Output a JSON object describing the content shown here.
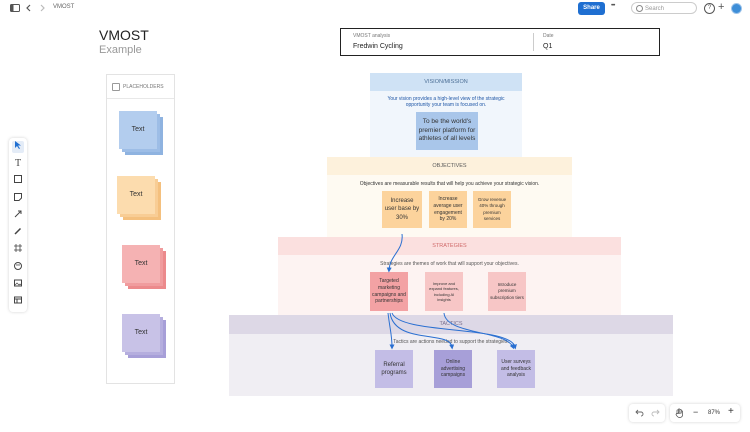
{
  "topbar": {
    "breadcrumb": "VMOST",
    "share_label": "Share",
    "more_label": "•••",
    "search_placeholder": "Search",
    "help_label": "?",
    "add_label": "+"
  },
  "board": {
    "title": "VMOST",
    "subtitle": "Example"
  },
  "info": {
    "analysis_label": "VMOST analysis",
    "analysis_value": "Fredwin Cycling",
    "date_label": "Date",
    "date_value": "Q1"
  },
  "placeholders": {
    "heading": "PLACEHOLDERS",
    "items": [
      {
        "label": "Text",
        "color": "#a9c6ea"
      },
      {
        "label": "Text",
        "color": "#fbd7a6"
      },
      {
        "label": "Text",
        "color": "#f4a9aa"
      },
      {
        "label": "Text",
        "color": "#c3bde6"
      }
    ]
  },
  "pyramid": {
    "vision": {
      "label": "VISION/MISSION",
      "description": "Your vision provides a high-level view of the strategic opportunity your team is focused on.",
      "sticky": "To be the world's premier platform for athletes of all levels"
    },
    "objectives": {
      "label": "OBJECTIVES",
      "description": "Objectives are measurable results that will help you achieve your strategic vision.",
      "stickies": [
        "Increase user base by 30%",
        "Increase average user engagement by 20%",
        "Grow revenue 40% through premium services"
      ]
    },
    "strategies": {
      "label": "STRATEGIES",
      "description": "Strategies are themes of work that will support your objectives.",
      "stickies": [
        "Targeted marketing campaigns and partnerships",
        "Improve and expand features, including AI insights",
        "Introduce premium subscription tiers"
      ]
    },
    "tactics": {
      "label": "TACTICS",
      "description": "Tactics are actions needed to support the strategies.",
      "stickies": [
        "Referral programs",
        "Online advertising campaigns",
        "User surveys and feedback analysis"
      ]
    }
  },
  "zoom": {
    "level": "87%",
    "minus": "−",
    "plus": "+"
  },
  "colors": {
    "accent": "#1f6fd1",
    "vision": "#cfe2f5",
    "objectives": "#fdf1dc",
    "strategies": "#fbe0df",
    "tactics": "#ddd8e6"
  }
}
